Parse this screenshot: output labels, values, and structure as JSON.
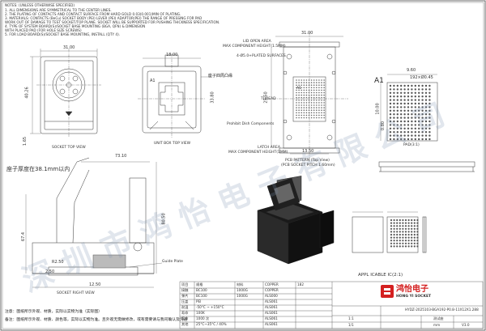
{
  "notes": {
    "header": "NOTES: (UNLESS OTHERWISE SPECIFIED)",
    "lines": [
      "1. ALL DIMENSIONS ARE SYMMETRICAL TO THE CENTER LINES.",
      "2. THE PLATING OF CONTACTS AND CONTACT SURFACE FROM HARD GOLD 0.03(0.001)MIN OF PLATING.",
      "3. MATERIALS: CONTACTS (BeCu) SOCKET BODY (PEI) LEVER (PEI) ADAPTOR(PEI) THE RANGE OF PRESSING FOR PAD",
      "   WORK OUT OF DAMAGE TO TEST SOCKET/TOP PLANE. SOCKET WILL BE SUPPORTED FOR PUSHING THICKNESS SPECIFICATION.",
      "4. TYPE OF SYSTEM BOARD(S)/SOCKET BASE MOUNTING (BGA, QFN) & DIMENSION",
      "   WITH PLACED PAD (FOR HOLE SIZE SCREWS)",
      "5. FOR LOAD BOARD(S)/SOCKET BASE MOUNTING, INSTALL (QTY 4)."
    ]
  },
  "views": {
    "socket_top": "SOCKET  TOP  VIEW",
    "unit_box_top": "UNIT  BOX  TOP  VIEW",
    "pcb_pattern": "PCB PATTERN  (Top View)",
    "pad": "PAD(3:1)",
    "socket_right": "SOCKET  RIGHT  VIEW",
    "applicable_ic": "APPL  ICABLE  IC(2:1)"
  },
  "dims": {
    "top_width": "31.00",
    "top_height": "40.26",
    "bottom_small": "1.65",
    "unit_width": "18.00",
    "unit_height": "33.80",
    "pcb_w1": "31.00",
    "pcb_w2": "20.00",
    "pcb_h": "25.50",
    "pcb_w3": "13.50",
    "pad_w": "9.60",
    "pad_pitch": "192×Ø0.45",
    "pad_side": "0.80",
    "pad_h": "10.00",
    "pad_small": "0.65",
    "right_h": "73.10",
    "right_lever": "67.4",
    "right_side": "80.50",
    "right_r": "R2.50",
    "right_bottom": "12.50",
    "right_foot": "2.50",
    "a1": "A1",
    "a1_big": "A1"
  },
  "labels": {
    "seat_cn": "座子四周凸缘",
    "lid_open": "LID OPEN AREA",
    "max_comp": "MAX COMPONENT HEIGHT(1.5MM)",
    "m4_holes": "4-Ø5.0+PLATED\nSURFACES",
    "thread": "THREAD",
    "prohibit": "Prohibit Dish Components",
    "latch_area": "LATCH AREA",
    "max_comp2": "MAX COMPONENT HEIGHT(1MM)",
    "pcb_thk": "(PCB SOCKET PITCH 1.60mm)",
    "thickness_cn": "座子厚度在38.1mm以内",
    "guide_plate": "Guide Plate",
    "pin_cn": "注意：图纸所示外观、材质，实际以实物为准（实际图）",
    "remark_cn": "备注：图纸所示外观、材质、颜色等，实际以实物为准。且外观无需做修改，或有需要请与我司确认及沟通"
  },
  "title_block": {
    "company_cn": "鸿怡电子",
    "company_en": "HONG YI SOCKET",
    "part_no": "HYDZ-2025103-BGA192-P0.8-11X12X1.288",
    "desc_cn": "测试座",
    "scale": "1:1",
    "unit": "mm",
    "version": "V3.0",
    "sheet": "1/1",
    "rows": [
      [
        "项目",
        "规格",
        "材料",
        "COPPER",
        "182"
      ],
      [
        "接触",
        "BC100",
        "1000G",
        "COPPER",
        ""
      ],
      [
        "弹片",
        "BC100",
        "1000G",
        "ALS000",
        ""
      ],
      [
        "压盖",
        "PEI",
        "",
        "ALS061",
        ""
      ],
      [
        "耐温",
        "-50°C ~ +150°C",
        "",
        "ALS061",
        ""
      ],
      [
        "寿命",
        "100K",
        "",
        "ALS061",
        ""
      ],
      [
        "寿命",
        "1000 次",
        "",
        "ALS061",
        ""
      ],
      [
        "其他",
        "25°C~35°C / 40%",
        "",
        "ALS061",
        ""
      ]
    ]
  },
  "watermark": "深圳市鸿怡电子有限公司"
}
